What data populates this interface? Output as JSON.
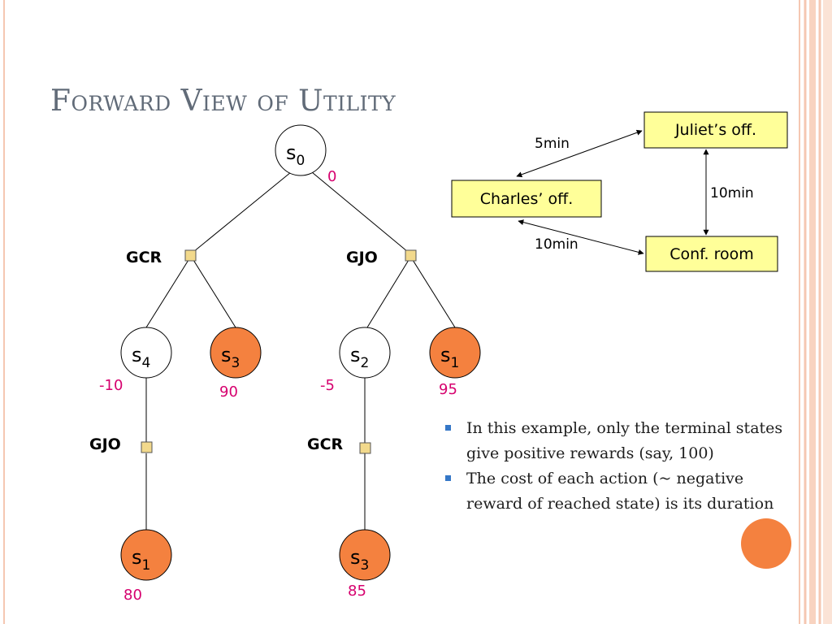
{
  "slide": {
    "title": "Forward View of Utility",
    "colors": {
      "accent_orange": "#f4813f",
      "action_square": "#f2d98c",
      "box_fill": "#ffff99",
      "reward_text": "#d6006e",
      "title_text": "#616b78",
      "bullet_marker": "#3577c7",
      "stripe_pink": "#f5c7b2"
    }
  },
  "tree": {
    "nodes": {
      "root": {
        "label": "s",
        "sub": "0",
        "reward": "0",
        "terminal": false
      },
      "s4": {
        "label": "s",
        "sub": "4",
        "reward": "-10",
        "terminal": false
      },
      "s3_left": {
        "label": "s",
        "sub": "3",
        "reward": "90",
        "terminal": true
      },
      "s2": {
        "label": "s",
        "sub": "2",
        "reward": "-5",
        "terminal": false
      },
      "s1_right": {
        "label": "s",
        "sub": "1",
        "reward": "95",
        "terminal": true
      },
      "s1_bottom": {
        "label": "s",
        "sub": "1",
        "reward": "80",
        "terminal": true
      },
      "s3_bottom": {
        "label": "s",
        "sub": "3",
        "reward": "85",
        "terminal": true
      }
    },
    "actions": {
      "gcr_top": "GCR",
      "gjo_top": "GJO",
      "gjo_bottom": "GJO",
      "gcr_bottom": "GCR"
    }
  },
  "map": {
    "locations": {
      "juliet": "Juliet’s off.",
      "charles": "Charles’ off.",
      "conf": "Conf. room"
    },
    "durations": {
      "charles_juliet": "5min",
      "juliet_conf": "10min",
      "charles_conf": "10min"
    }
  },
  "bullets": [
    "In this example, only the terminal states give positive rewards (say, 100)",
    "The cost of each action (~ negative reward of reached state) is its duration"
  ]
}
